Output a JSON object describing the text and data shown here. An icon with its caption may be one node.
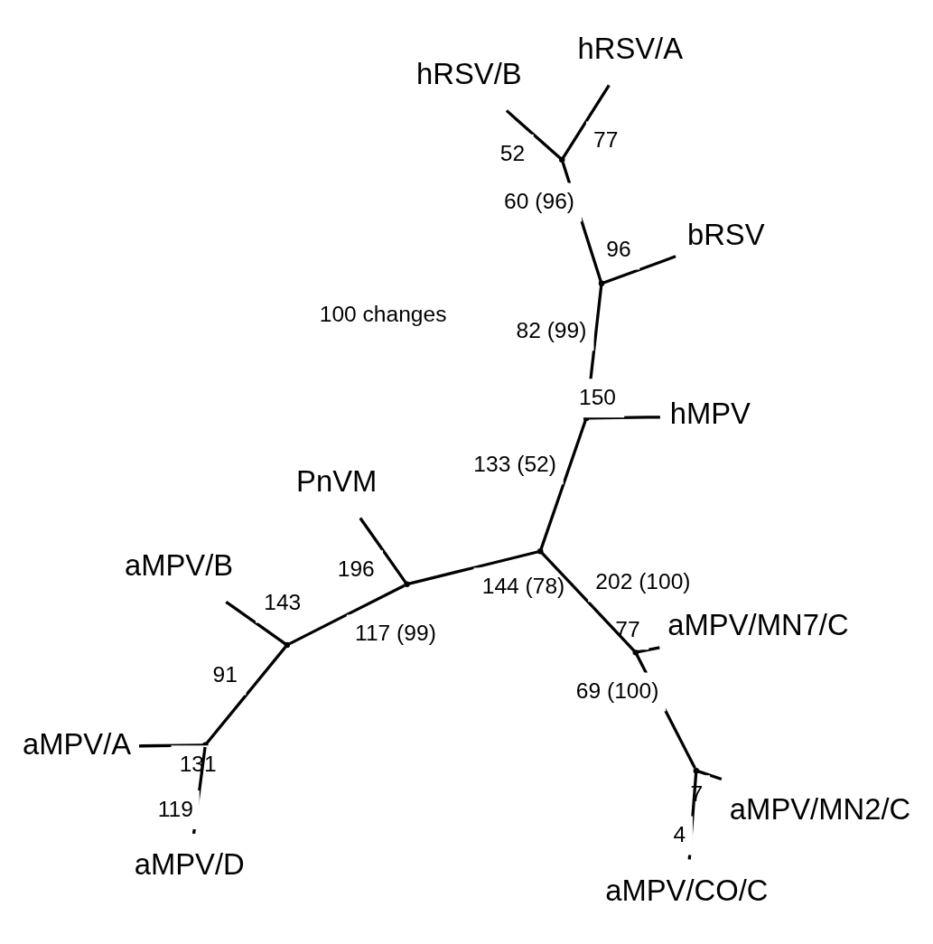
{
  "diagram": {
    "nodes": [
      {
        "text": [
          "aMPV/A"
        ]
      },
      {
        "text": [
          "aMPV/D"
        ]
      },
      {
        "text": [],
        "shape": "point"
      },
      {
        "text": [
          "aMPV/B"
        ]
      },
      {
        "text": [],
        "shape": "point"
      },
      {
        "text": [
          "PnVM"
        ]
      },
      {
        "text": [],
        "shape": "point"
      },
      {
        "text": [
          "aMPV/MN7/C"
        ]
      },
      {
        "text": [],
        "shape": "point"
      },
      {
        "text": [
          "aMPV/MN2/C"
        ]
      },
      {
        "text": [],
        "shape": "point"
      },
      {
        "text": [
          "aMPV/CO/C"
        ]
      },
      {
        "text": [],
        "shape": "point"
      },
      {
        "text": [],
        "shape": "point"
      },
      {
        "text": [
          "bRSV"
        ]
      },
      {
        "text": [],
        "shape": "point"
      },
      {
        "text": [
          "hMPV"
        ]
      },
      {
        "text": [],
        "shape": "point"
      },
      {
        "text": [
          "hRSV/A"
        ]
      },
      {
        "text": [
          "hRSV/B"
        ]
      }
    ],
    "edges": [
      {
        "from": 2,
        "to": 0,
        "arrow": "none",
        "label": "131"
      },
      {
        "from": 2,
        "to": 1,
        "arrow": "none",
        "label": "119"
      },
      {
        "from": 2,
        "to": 4,
        "arrow": "none",
        "label": "91"
      },
      {
        "from": 4,
        "to": 3,
        "arrow": "none",
        "label": "143"
      },
      {
        "from": 4,
        "to": 6,
        "arrow": "none",
        "label": "117 (99)"
      },
      {
        "from": 6,
        "to": 5,
        "arrow": "none",
        "label": "196"
      },
      {
        "from": 6,
        "to": 12,
        "arrow": "none",
        "label": "144 (78)"
      },
      {
        "from": 12,
        "to": 8,
        "arrow": "none",
        "label": "202 (100)"
      },
      {
        "from": 8,
        "to": 7,
        "arrow": "none",
        "label": "77"
      },
      {
        "from": 8,
        "to": 10,
        "arrow": "none",
        "label": "69 (100)"
      },
      {
        "from": 10,
        "to": 9,
        "arrow": "none",
        "label": "7"
      },
      {
        "from": 10,
        "to": 11,
        "arrow": "none",
        "label": "4"
      },
      {
        "from": 12,
        "to": 13,
        "arrow": "none",
        "label": "133 (52)"
      },
      {
        "from": 13,
        "to": 16,
        "arrow": "none",
        "label": "150"
      },
      {
        "from": 13,
        "to": 15,
        "arrow": "none",
        "label": "82 (99)"
      },
      {
        "from": 15,
        "to": 14,
        "arrow": "none",
        "label": "96"
      },
      {
        "from": 15,
        "to": 17,
        "arrow": "none",
        "label": "60 (96)"
      },
      {
        "from": 17,
        "to": 18,
        "arrow": "none",
        "label": "77"
      },
      {
        "from": 17,
        "to": 19,
        "arrow": "none",
        "label": "52"
      }
    ],
    "labels": [
      "100 changes"
    ]
  }
}
